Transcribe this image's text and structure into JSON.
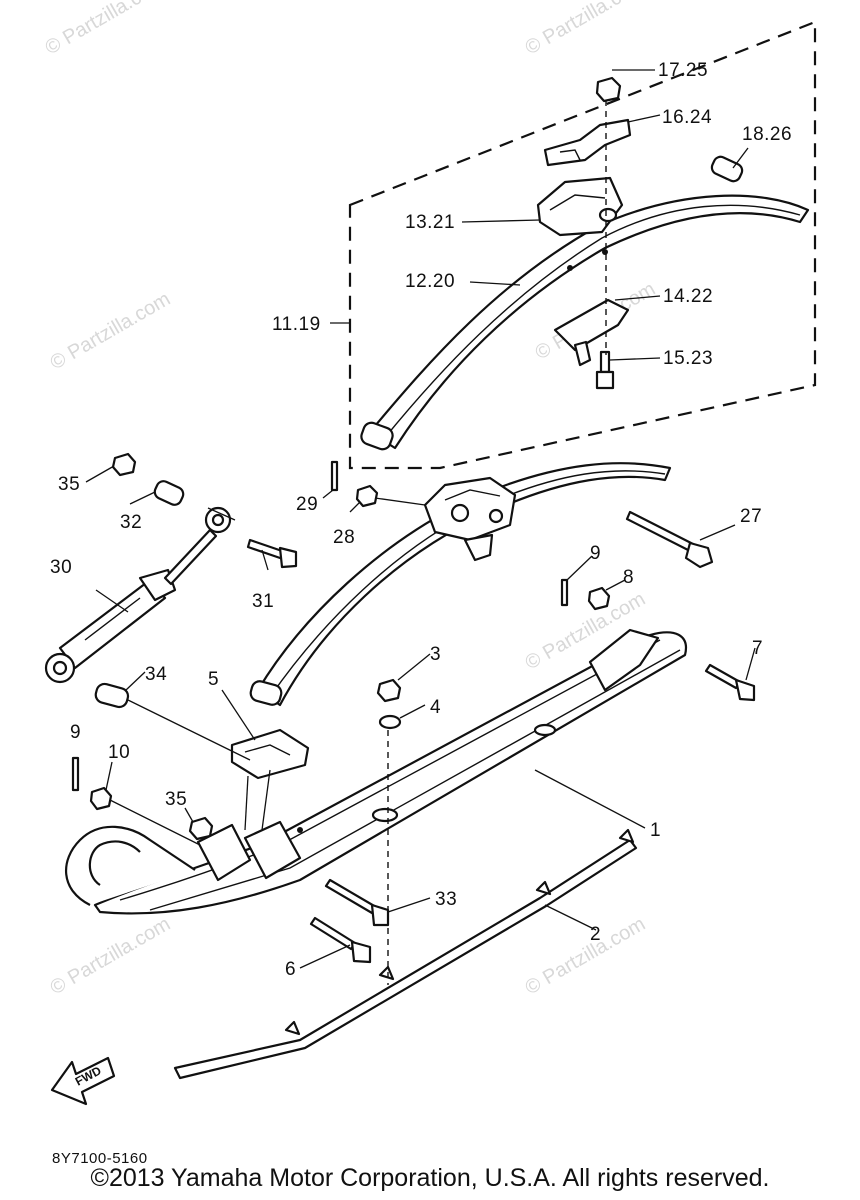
{
  "watermark": "© Partzilla.com",
  "labels": {
    "l1": "1",
    "l2": "2",
    "l3": "3",
    "l4": "4",
    "l5": "5",
    "l6": "6",
    "l7": "7",
    "l8": "8",
    "l9a": "9",
    "l9b": "9",
    "l10": "10",
    "l11": "11.19",
    "l12": "12.20",
    "l13": "13.21",
    "l14": "14.22",
    "l15": "15.23",
    "l16": "16.24",
    "l17": "17.25",
    "l18": "18.26",
    "l27": "27",
    "l28": "28",
    "l29": "29",
    "l30": "30",
    "l31": "31",
    "l32": "32",
    "l33": "33",
    "l34": "34",
    "l35a": "35",
    "l35b": "35"
  },
  "fwd_label": "FWD",
  "diagram_code": "8Y7100-5160",
  "copyright": "©2013 Yamaha Motor Corporation, U.S.A. All rights reserved."
}
